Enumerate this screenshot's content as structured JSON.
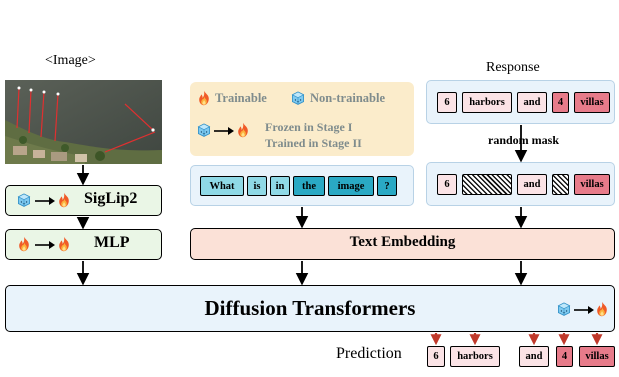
{
  "labels": {
    "image": "<Image>",
    "response": "Response",
    "prediction": "Prediction",
    "random_mask": "random mask"
  },
  "legend": {
    "trainable": "Trainable",
    "non_trainable": "Non-trainable",
    "frozen_stage": "Frozen in Stage I",
    "trained_stage": "Trained in Stage II"
  },
  "blocks": {
    "siglip": "SigLip2",
    "mlp": "MLP",
    "text_embedding": "Text Embedding",
    "diffusion": "Diffusion Transformers"
  },
  "query_tokens": [
    "What",
    "is",
    "in",
    "the",
    "image",
    "?"
  ],
  "response_tokens": [
    "6",
    "harbors",
    "and",
    "4",
    "villas"
  ],
  "masked_tokens": [
    "6",
    "",
    "and",
    "",
    "villas"
  ],
  "prediction_tokens": [
    "6",
    "harbors",
    "and",
    "4",
    "villas"
  ],
  "icons": [
    "fire-icon",
    "ice-cube-icon",
    "arrow-icon"
  ],
  "colors": {
    "legend_bg": "#fbeccb",
    "vision_bg": "#eaf6e6",
    "diffusion_bg": "#e9f3fb",
    "text_embedding_bg": "#fbe1d7",
    "arrow_red": "#c0392b"
  }
}
